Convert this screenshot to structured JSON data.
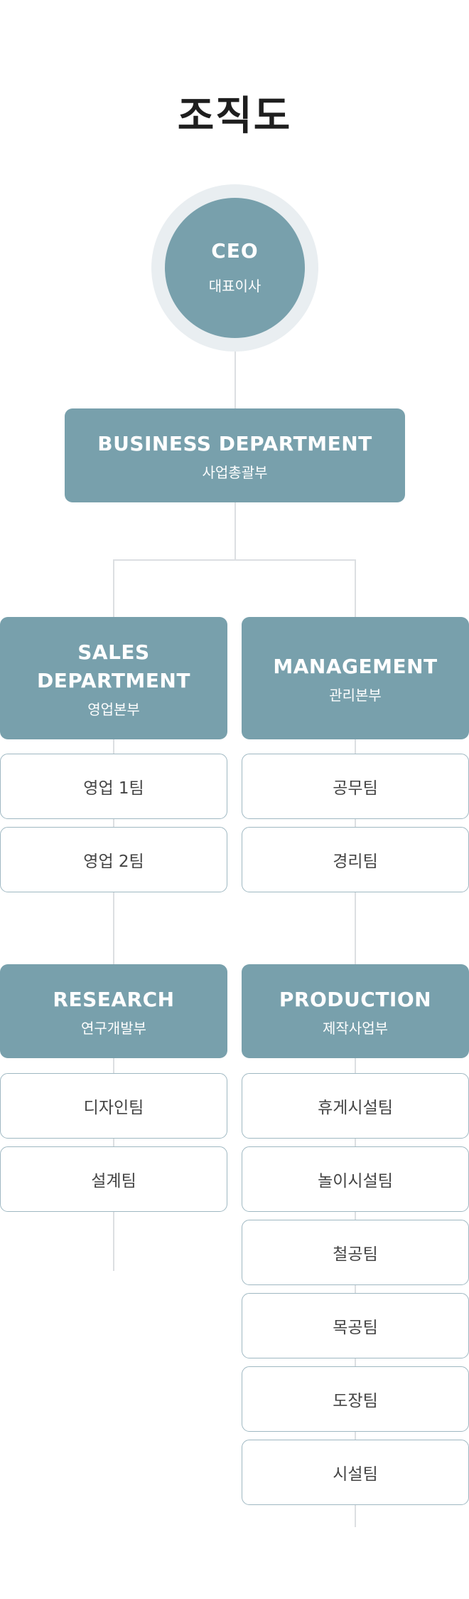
{
  "title": "조직도",
  "ceo": {
    "en": "CEO",
    "ko": "대표이사"
  },
  "business": {
    "en": "BUSINESS DEPARTMENT",
    "ko": "사업총괄부"
  },
  "sales": {
    "en_line1": "SALES",
    "en_line2": "DEPARTMENT",
    "ko": "영업본부",
    "teams": [
      "영업 1팀",
      "영업 2팀"
    ]
  },
  "management": {
    "en": "MANAGEMENT",
    "ko": "관리본부",
    "teams": [
      "공무팀",
      "경리팀"
    ]
  },
  "research": {
    "en": "RESEARCH",
    "ko": "연구개발부",
    "teams": [
      "디자인팀",
      "설계팀"
    ]
  },
  "production": {
    "en": "PRODUCTION",
    "ko": "제작사업부",
    "teams": [
      "휴게시설팀",
      "놀이시설팀",
      "철공팀",
      "목공팀",
      "도장팀",
      "시설팀"
    ]
  },
  "colors": {
    "node": "#78a0ac",
    "ring": "#e9eef1",
    "border": "#9fb8c2",
    "line": "#dcdfe2",
    "title": "#1e1e1e"
  }
}
